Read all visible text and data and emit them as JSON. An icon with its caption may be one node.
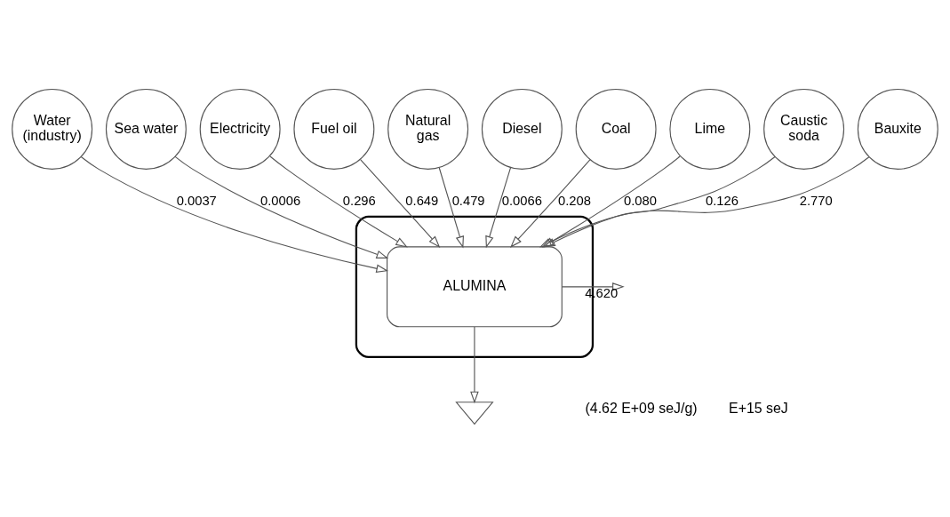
{
  "diagram": {
    "nodes": [
      {
        "text": [],
        "shape": "box"
      },
      {
        "text": [
          "Water (industry)"
        ]
      },
      {
        "text": [
          "Sea water"
        ]
      },
      {
        "text": [
          "Electricity"
        ]
      },
      {
        "text": [
          "Fuel oil"
        ]
      },
      {
        "text": [
          "Natural gas"
        ]
      },
      {
        "text": [
          "Diesel"
        ]
      },
      {
        "text": [
          "Coal"
        ]
      },
      {
        "text": [
          "Lime"
        ]
      },
      {
        "text": [
          "Caustic soda"
        ]
      },
      {
        "text": [
          "Bauxite"
        ]
      },
      {
        "text": [
          "ALUMINA"
        ],
        "in": 0
      },
      {
        "text": [],
        "shape": "ground"
      }
    ],
    "edges": [
      {
        "from": 1,
        "to": 11,
        "arrow": "to",
        "label": "0.0037"
      },
      {
        "from": 2,
        "to": 11,
        "arrow": "to",
        "label": "0.0006"
      },
      {
        "from": 3,
        "to": 11,
        "arrow": "to",
        "label": "0.296"
      },
      {
        "from": 4,
        "to": 11,
        "arrow": "to",
        "label": "0.649"
      },
      {
        "from": 5,
        "to": 11,
        "arrow": "to",
        "label": "0.479"
      },
      {
        "from": 6,
        "to": 11,
        "arrow": "to",
        "label": "0.0066"
      },
      {
        "from": 7,
        "to": 11,
        "arrow": "to",
        "label": "0.208"
      },
      {
        "from": 8,
        "to": 11,
        "arrow": "to",
        "label": "0.080"
      },
      {
        "from": 9,
        "to": 11,
        "arrow": "to",
        "label": "0.126"
      },
      {
        "from": 10,
        "to": 11,
        "arrow": "to",
        "label": "2.770"
      },
      {
        "from": 11,
        "to": null,
        "arrow": "to",
        "label": "4.620"
      },
      {
        "from": 11,
        "to": 12,
        "arrow": "to"
      }
    ],
    "labels": [
      "(4.62 E+09 seJ/g)",
      "E+15 seJ"
    ]
  }
}
